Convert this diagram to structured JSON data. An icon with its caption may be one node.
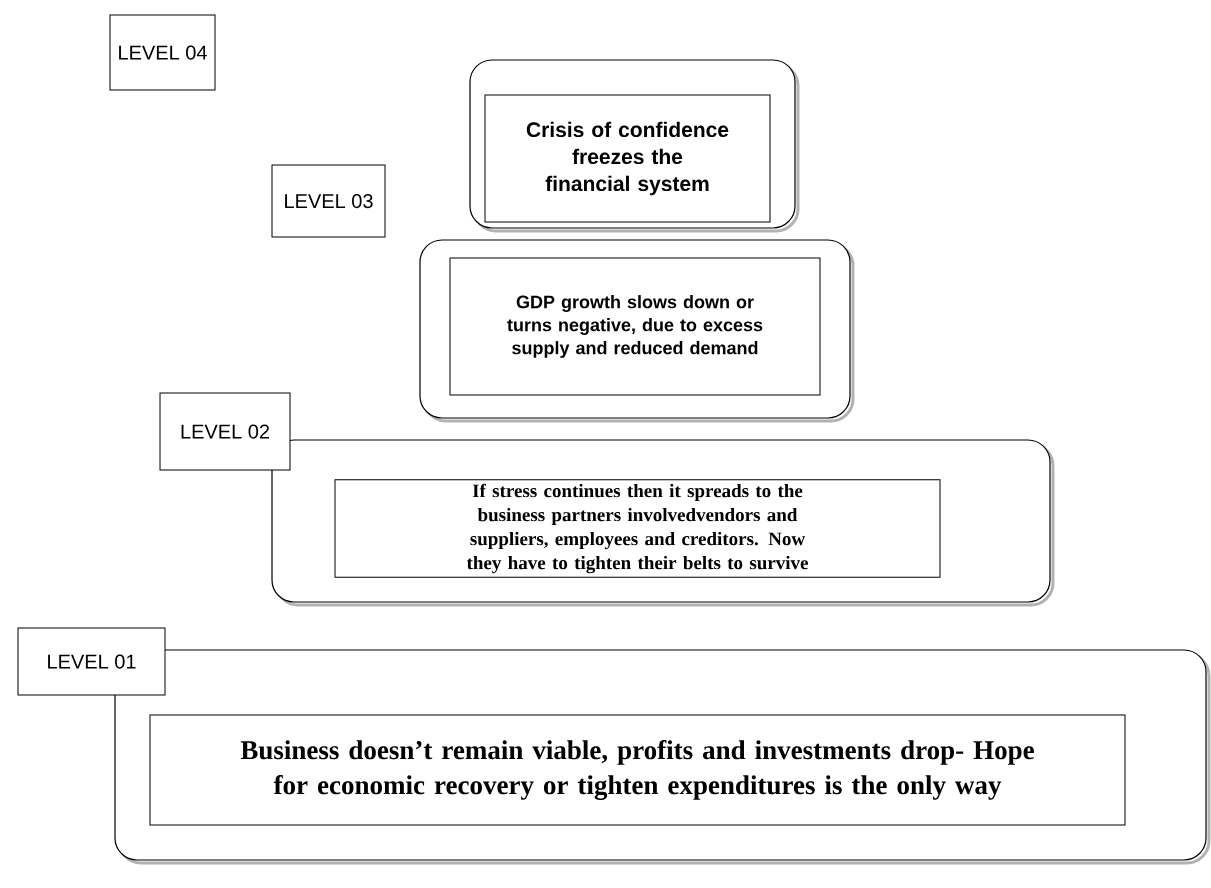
{
  "diagram": {
    "nodes": [
      {
        "text": [
          "LEVEL 04"
        ]
      },
      {
        "text": [],
        "shape": "box"
      },
      {
        "text": [
          "Crisis of confidence freezes the financial system"
        ],
        "in": 1
      },
      {
        "text": [
          "LEVEL 03"
        ]
      },
      {
        "text": [],
        "shape": "box"
      },
      {
        "text": [
          "GDP growth slows down or turns negative, due to excess supply and reduced demand"
        ],
        "in": 4
      },
      {
        "text": [
          "LEVEL 02"
        ]
      },
      {
        "text": [],
        "shape": "box"
      },
      {
        "text": [
          "If stress continues then it spreads to the business partners involvedvendors and suppliers, employees and creditors. Now they have to tighten their belts to survive"
        ],
        "in": 7
      },
      {
        "text": [
          "LEVEL 01"
        ]
      },
      {
        "text": [],
        "shape": "box"
      },
      {
        "text": [
          "Business doesn’t remain viable, profits and investments drop- Hope for economic recovery or tighten expenditures is the only way"
        ],
        "in": 10
      }
    ]
  }
}
